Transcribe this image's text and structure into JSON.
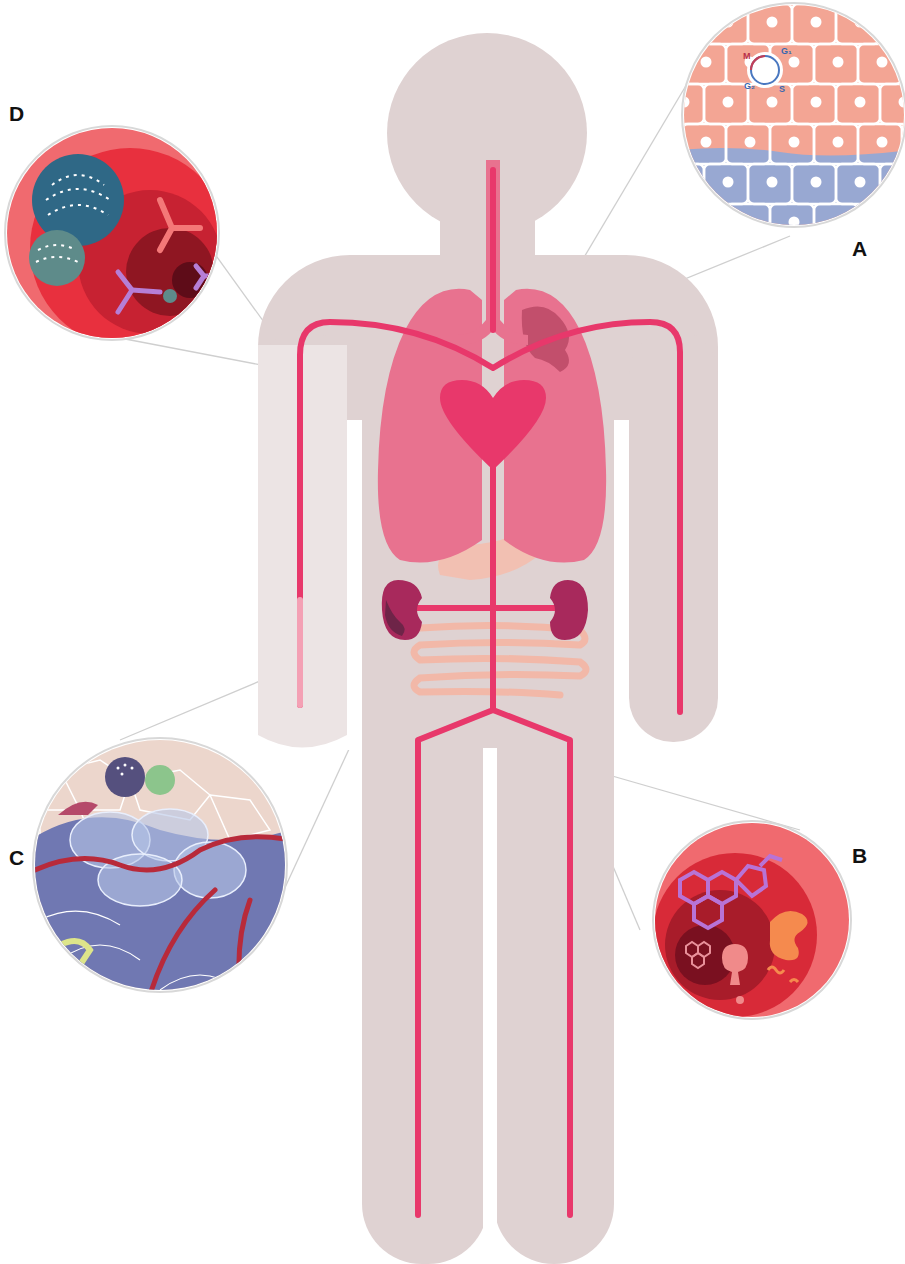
{
  "diagram": {
    "nodes": [
      {
        "text": [
          "D"
        ]
      },
      {
        "text": [
          "A"
        ]
      },
      {
        "text": [
          "C"
        ]
      },
      {
        "text": [
          "B"
        ]
      }
    ],
    "labels": [
      "M",
      "G₁",
      "S",
      "G₂"
    ]
  }
}
